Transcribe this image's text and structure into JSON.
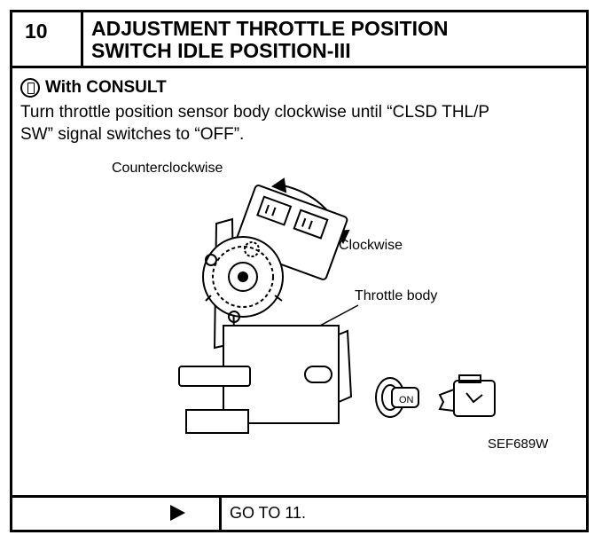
{
  "step": {
    "number": "10",
    "title_line1": "ADJUSTMENT THROTTLE POSITION",
    "title_line2": "SWITCH IDLE POSITION-III"
  },
  "consult": {
    "icon": "consult-tester-icon",
    "label": "With CONSULT"
  },
  "instruction": {
    "line1": "Turn throttle position sensor body clockwise until “CLSD THL/P",
    "line2": "SW” signal switches to “OFF”."
  },
  "figure": {
    "label_counterclockwise": "Counterclockwise",
    "label_clockwise": "Clockwise",
    "label_throttle_body": "Throttle  body",
    "ignition_key_text": "ON",
    "figure_code": "SEF689W"
  },
  "next": {
    "arrow_icon": "play-arrow-icon",
    "text": "GO TO 11."
  }
}
